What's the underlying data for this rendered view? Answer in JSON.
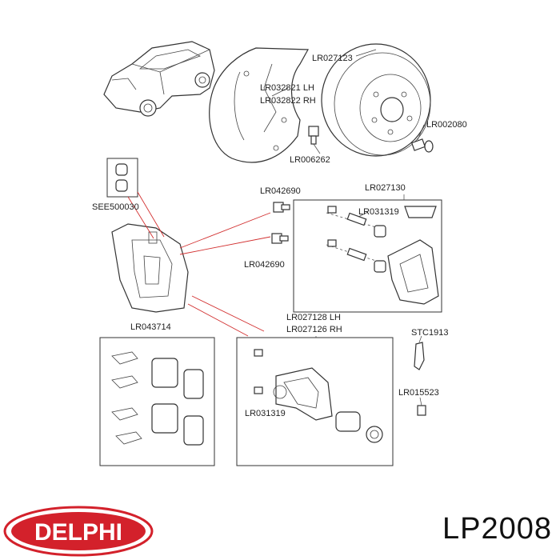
{
  "part_number": "LP2008",
  "brand": {
    "logo_text": "DELPHI",
    "color": "#d3212b"
  },
  "labels": {
    "disc": "LR027123",
    "shield_lh": "LR032821 LH",
    "shield_rh": "LR032822 RH",
    "disc_screw": "LR002080",
    "shield_bolt": "LR006262",
    "bushing_kit": "SEE500030",
    "guide_bolt_top": "LR042690",
    "guide_bolt_bottom": "LR042690",
    "carrier": "LR027130",
    "guide_pin": "LR031319",
    "clip_kit": "LR043714",
    "caliper_lh": "LR027128 LH",
    "caliper_rh": "LR027126 RH",
    "bracket_clip": "STC1913",
    "bleed_screw": "LR015523",
    "caliper_pin": "LR031319"
  }
}
